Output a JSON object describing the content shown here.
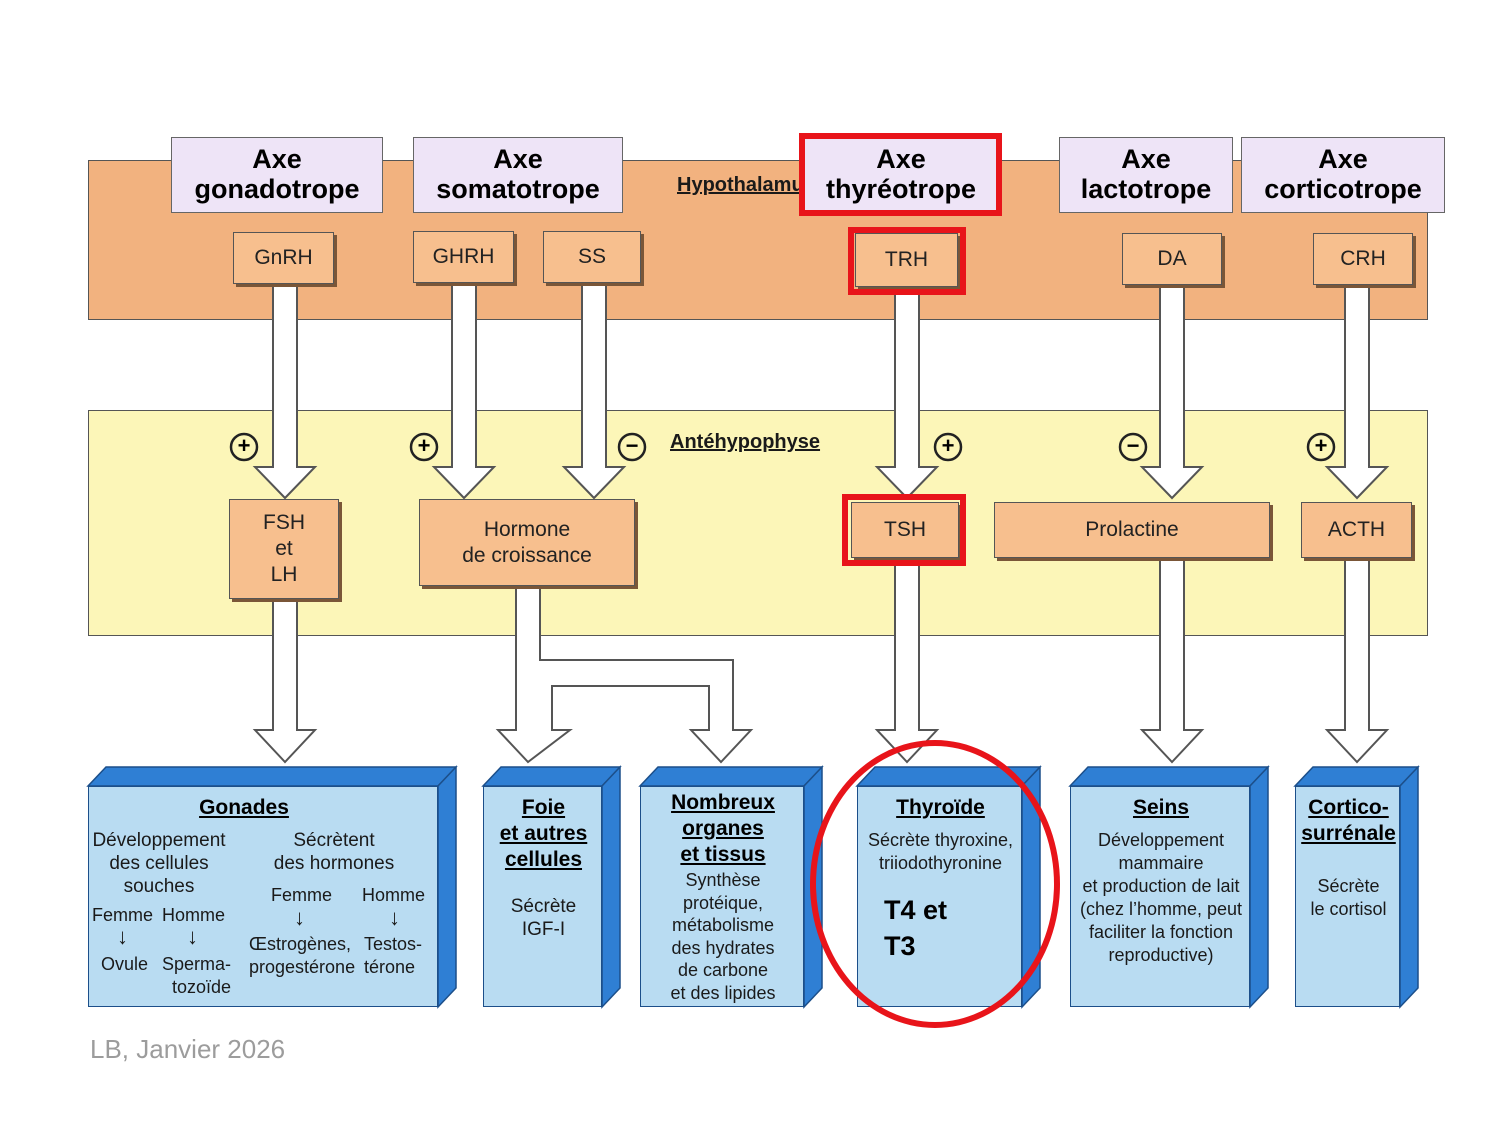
{
  "bands": {
    "hypothalamus_label": "Hypothalamus",
    "antehypophyse_label": "Antéhypophyse"
  },
  "axes": [
    {
      "line1": "Axe",
      "line2": "gonadotrope"
    },
    {
      "line1": "Axe",
      "line2": "somatotrope"
    },
    {
      "line1": "Axe",
      "line2": "thyréotrope"
    },
    {
      "line1": "Axe",
      "line2": "lactotrope"
    },
    {
      "line1": "Axe",
      "line2": "corticotrope"
    }
  ],
  "hypothalamic_hormones": {
    "gnrh": "GnRH",
    "ghrh": "GHRH",
    "ss": "SS",
    "trh": "TRH",
    "da": "DA",
    "crh": "CRH"
  },
  "signs": {
    "gnrh": "+",
    "ghrh": "+",
    "ss": "−",
    "trh": "+",
    "da": "−",
    "crh": "+"
  },
  "pituitary_hormones": {
    "fsh_lh": [
      "FSH",
      "et",
      "LH"
    ],
    "gh": [
      "Hormone",
      "de croissance"
    ],
    "tsh": "TSH",
    "prolactine": "Prolactine",
    "acth": "ACTH"
  },
  "targets": {
    "gonades": {
      "title": "Gonades",
      "left_text": [
        "Développement",
        "des cellules",
        "souches"
      ],
      "right_text": [
        "Sécrètent",
        "des hormones"
      ],
      "femme": "Femme",
      "homme": "Homme",
      "arrow": "↓",
      "left_outcome_femme": "Ovule",
      "left_outcome_homme": [
        "Sperma-",
        "tozoïde"
      ],
      "right_outcome_femme": [
        "Œstrogènes,",
        "progestérone"
      ],
      "right_outcome_homme": [
        "Testos-",
        "térone"
      ]
    },
    "foie": {
      "title": [
        "Foie",
        "et autres",
        "cellules"
      ],
      "text": [
        "Sécrète",
        "IGF-I"
      ]
    },
    "organes": {
      "title": [
        "Nombreux",
        "organes",
        "et tissus"
      ],
      "text": [
        "Synthèse",
        "protéique,",
        "métabolisme",
        "des hydrates",
        "de carbone",
        "et des lipides"
      ]
    },
    "thyroide": {
      "title": "Thyroïde",
      "text": [
        "Sécrète thyroxine,",
        "triiodothyronine"
      ],
      "annotation": [
        "T4 et",
        "T3"
      ]
    },
    "seins": {
      "title": "Seins",
      "text": [
        "Développement",
        "mammaire",
        "et production de lait",
        "(chez l’homme, peut",
        "faciliter la fonction",
        "reproductive)"
      ]
    },
    "corticosurrenale": {
      "title": [
        "Cortico-",
        "surrénale"
      ],
      "text": [
        "Sécrète",
        "le cortisol"
      ]
    }
  },
  "footer": "LB, Janvier 2026",
  "colors": {
    "hypothalamus_band": "#f2b27f",
    "antehypophyse_band": "#fcf6b8",
    "hormone_box": "#f7bf8e",
    "axis_header": "#eee4f7",
    "organ_front": "#b9dcf2",
    "organ_side": "#2f7fd4",
    "highlight": "#e8141a"
  }
}
